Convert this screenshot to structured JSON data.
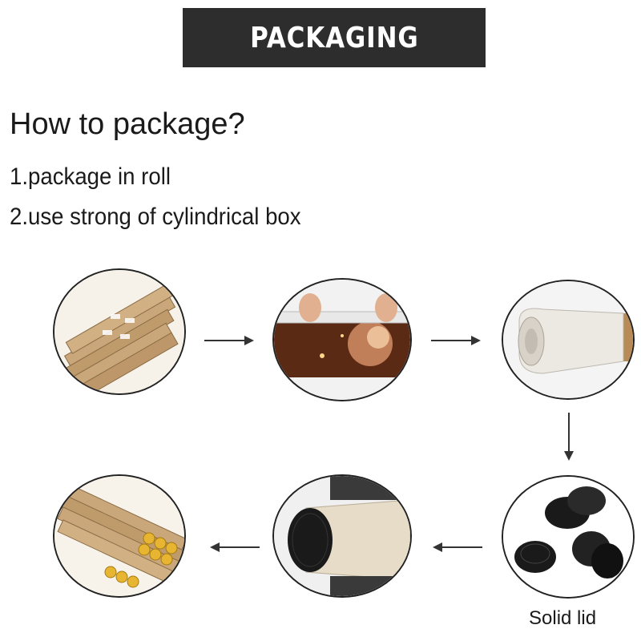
{
  "banner": {
    "title": "PACKAGING"
  },
  "heading": "How to package?",
  "steps": [
    {
      "text": "1.package in roll"
    },
    {
      "text": "2.use strong of cylindrical box"
    }
  ],
  "photos": [
    {
      "subject": "stack of cardboard tubes"
    },
    {
      "subject": "hands rolling canvas print"
    },
    {
      "subject": "rolled canvas in tube"
    },
    {
      "subject": "black plastic lids"
    },
    {
      "subject": "tube closed with lid"
    },
    {
      "subject": "tubes bundled for shipping"
    }
  ],
  "caption": "Solid lid",
  "colors": {
    "banner_bg": "#2d2d2d",
    "banner_text": "#ffffff",
    "tube": "#c9a77a",
    "lid": "#1a1a1a"
  }
}
